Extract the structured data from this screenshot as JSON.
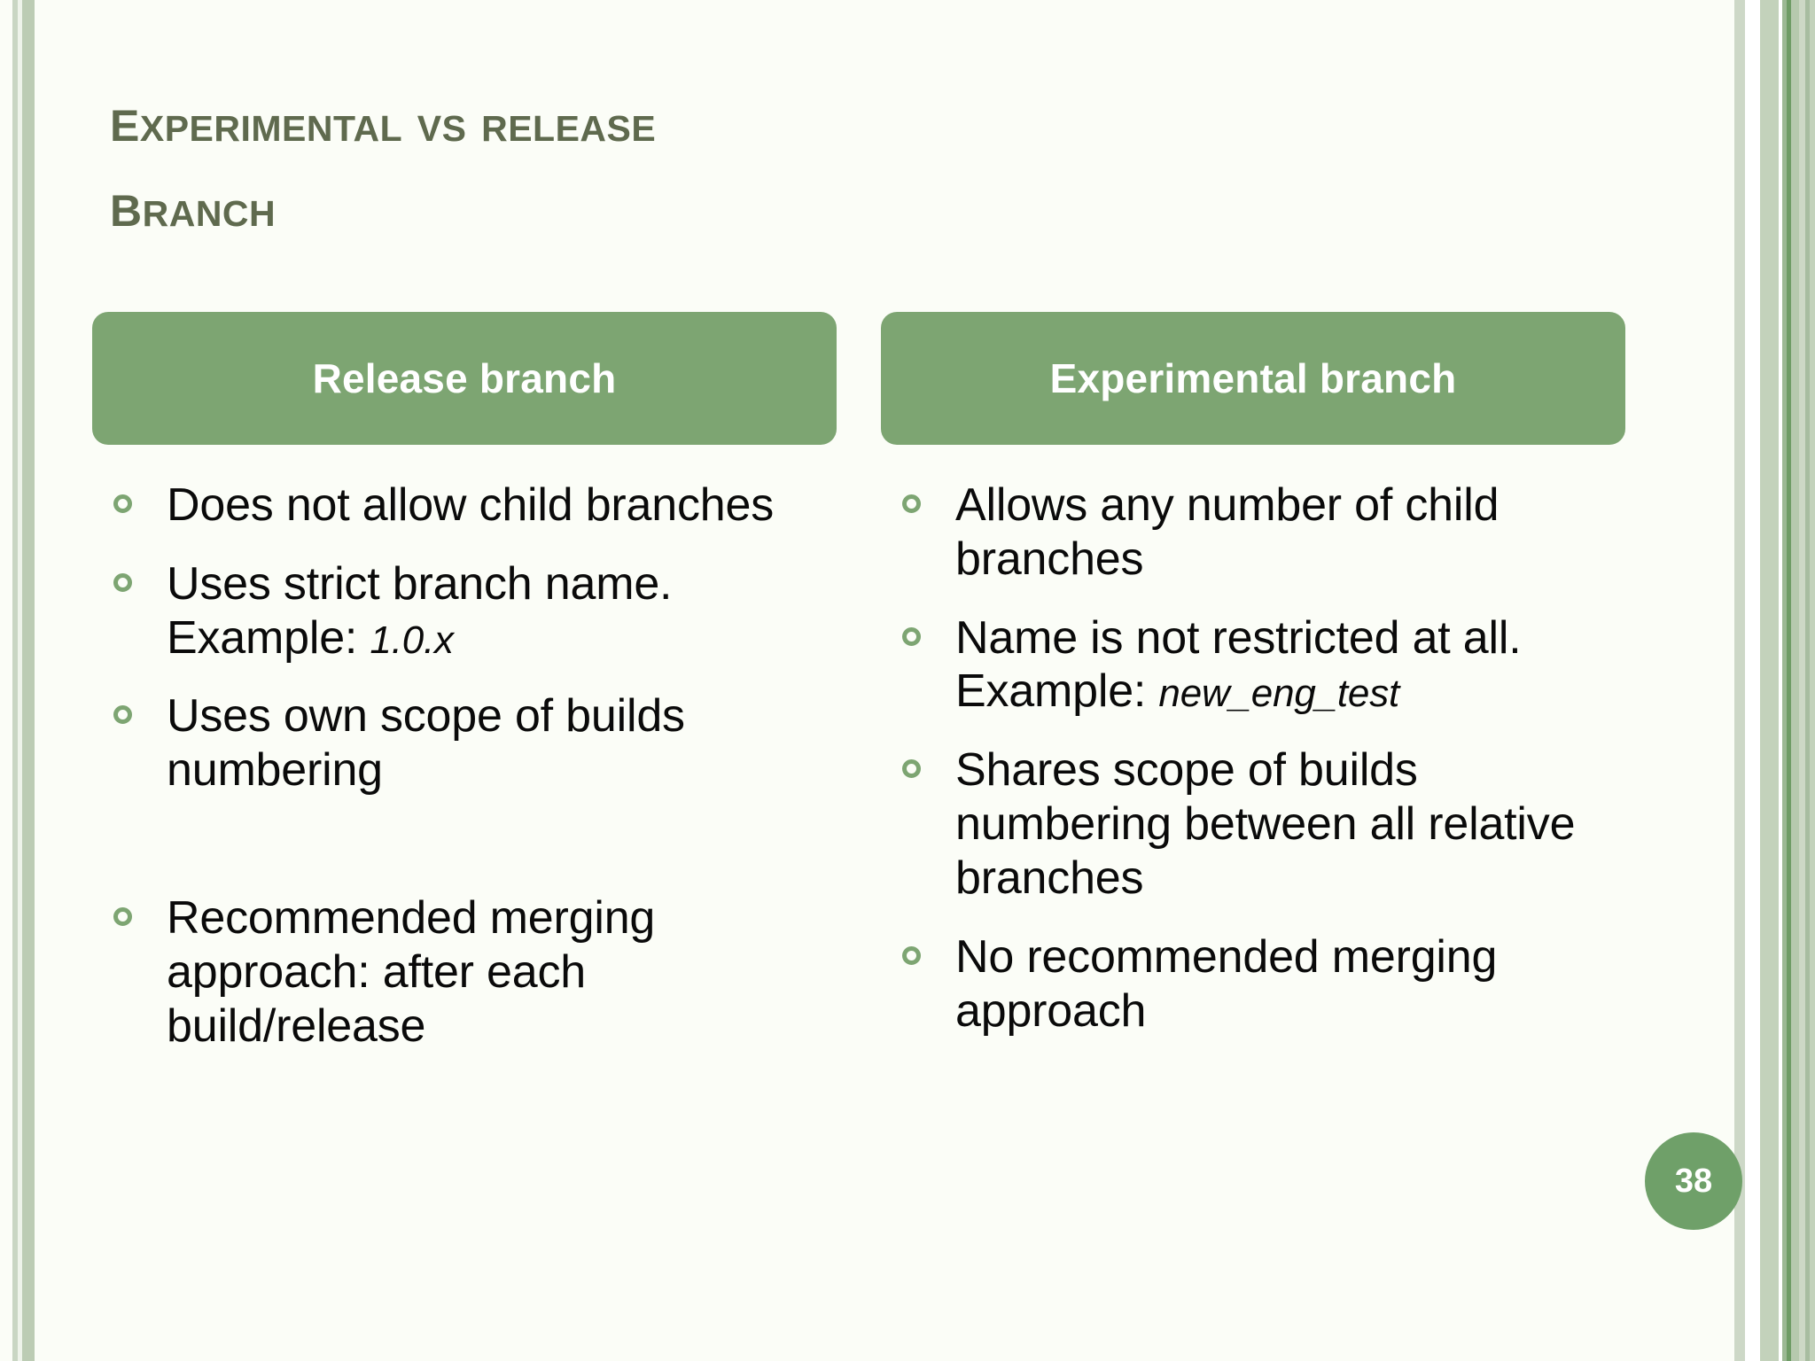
{
  "slide": {
    "title_line1": "Experimental vs release",
    "title_line2": "branch",
    "title_color": "#5f6a4e",
    "accent_color": "#7da572",
    "background_color": "#fbfdf7",
    "page_number": "38"
  },
  "columns": [
    {
      "header": "Release branch",
      "bullets": [
        {
          "text": "Does not allow child branches",
          "emphasis": ""
        },
        {
          "text": "Uses strict branch name. Example: ",
          "emphasis": "1.0.x"
        },
        {
          "text": "Uses own scope of builds numbering",
          "emphasis": ""
        },
        {
          "text": "Recommended merging approach: after each build/release",
          "emphasis": "",
          "spacer_before": true
        }
      ]
    },
    {
      "header": "Experimental branch",
      "bullets": [
        {
          "text": "Allows any number of child branches",
          "emphasis": ""
        },
        {
          "text": "Name is not restricted at all. Example: ",
          "emphasis": "new_eng_test"
        },
        {
          "text": "Shares scope of builds numbering between all relative branches",
          "emphasis": ""
        },
        {
          "text": "No recommended merging approach",
          "emphasis": ""
        }
      ]
    }
  ],
  "decoration": {
    "left_stripes": [
      {
        "color": "#fbfdf7",
        "width": 14
      },
      {
        "color": "#c9d6c3",
        "width": 6
      },
      {
        "color": "#eef3ea",
        "width": 5
      },
      {
        "color": "#bcccb4",
        "width": 14
      },
      {
        "color": "#fbfdf7",
        "width": 7
      }
    ],
    "right_stripes": [
      {
        "color": "#fbfdf7",
        "width": 5
      },
      {
        "color": "#cdd8c7",
        "width": 12
      },
      {
        "color": "#ffffff",
        "width": 17
      },
      {
        "color": "#c3d2bb",
        "width": 21
      },
      {
        "color": "#ffffff",
        "width": 4
      },
      {
        "color": "#9cb894",
        "width": 5
      },
      {
        "color": "#6f9c66",
        "width": 5
      },
      {
        "color": "#b6c9ae",
        "width": 9
      },
      {
        "color": "#cdd8c5",
        "width": 7
      },
      {
        "color": "#a8bda0",
        "width": 5
      },
      {
        "color": "#c3d2bb",
        "width": 6
      }
    ]
  }
}
